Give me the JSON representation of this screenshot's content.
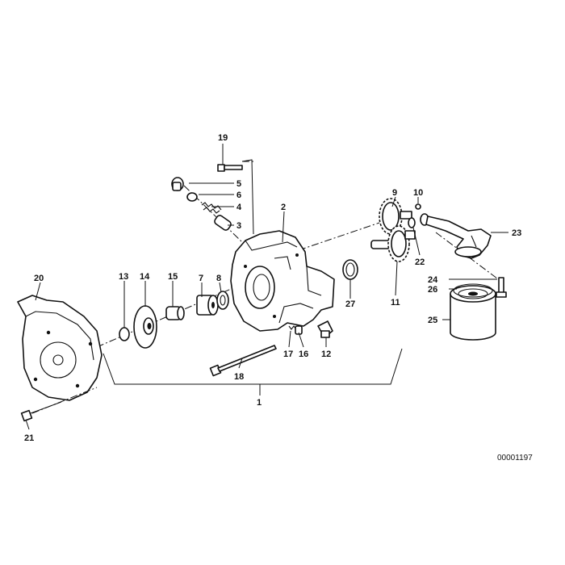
{
  "callouts": {
    "c1": "1",
    "c2": "2",
    "c3": "3",
    "c4": "4",
    "c5": "5",
    "c6": "6",
    "c7": "7",
    "c8": "8",
    "c9": "9",
    "c10": "10",
    "c11": "11",
    "c12": "12",
    "c13": "13",
    "c14": "14",
    "c15": "15",
    "c16": "16",
    "c17": "17",
    "c18": "18",
    "c19": "19",
    "c20": "20",
    "c21": "21",
    "c22": "22",
    "c23": "23",
    "c24": "24",
    "c25": "25",
    "c26": "26",
    "c27": "27"
  },
  "document_number": "00001197"
}
